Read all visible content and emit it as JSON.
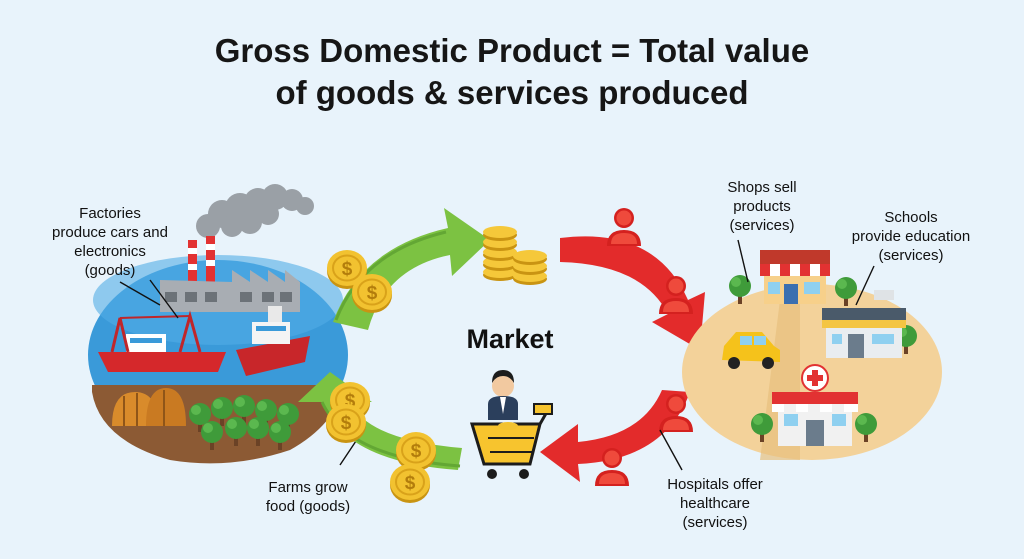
{
  "title": {
    "line1": "Gross Domestic Product = Total value",
    "line2": "of goods & services produced"
  },
  "center": {
    "label": "Market"
  },
  "annotations": {
    "factories": [
      "Factories",
      "produce cars and",
      "electronics",
      "(goods)"
    ],
    "farms": [
      "Farms grow",
      "food (goods)"
    ],
    "shops": [
      "Shops sell",
      "products",
      "(services)"
    ],
    "schools": [
      "Schools",
      "provide education",
      "(services)"
    ],
    "hospitals": [
      "Hospitals offer",
      "healthcare",
      "(services)"
    ]
  },
  "icons": {
    "coin": "dollar-coin-icon",
    "person": "person-icon",
    "cart": "shopping-cart-icon",
    "factory": "factory-icon",
    "ship": "cargo-ship-icon",
    "farm": "farm-icon",
    "shop": "shop-icon",
    "school": "school-icon",
    "hospital": "hospital-icon",
    "car": "car-icon"
  },
  "colors": {
    "background": "#e8f3fb",
    "goods_arrow": "#7cc242",
    "services_arrow": "#e32b2b",
    "coin": "#f2c230",
    "coin_dark": "#c99412",
    "water": "#3a9ad9",
    "town_ground": "#f3d29a"
  }
}
